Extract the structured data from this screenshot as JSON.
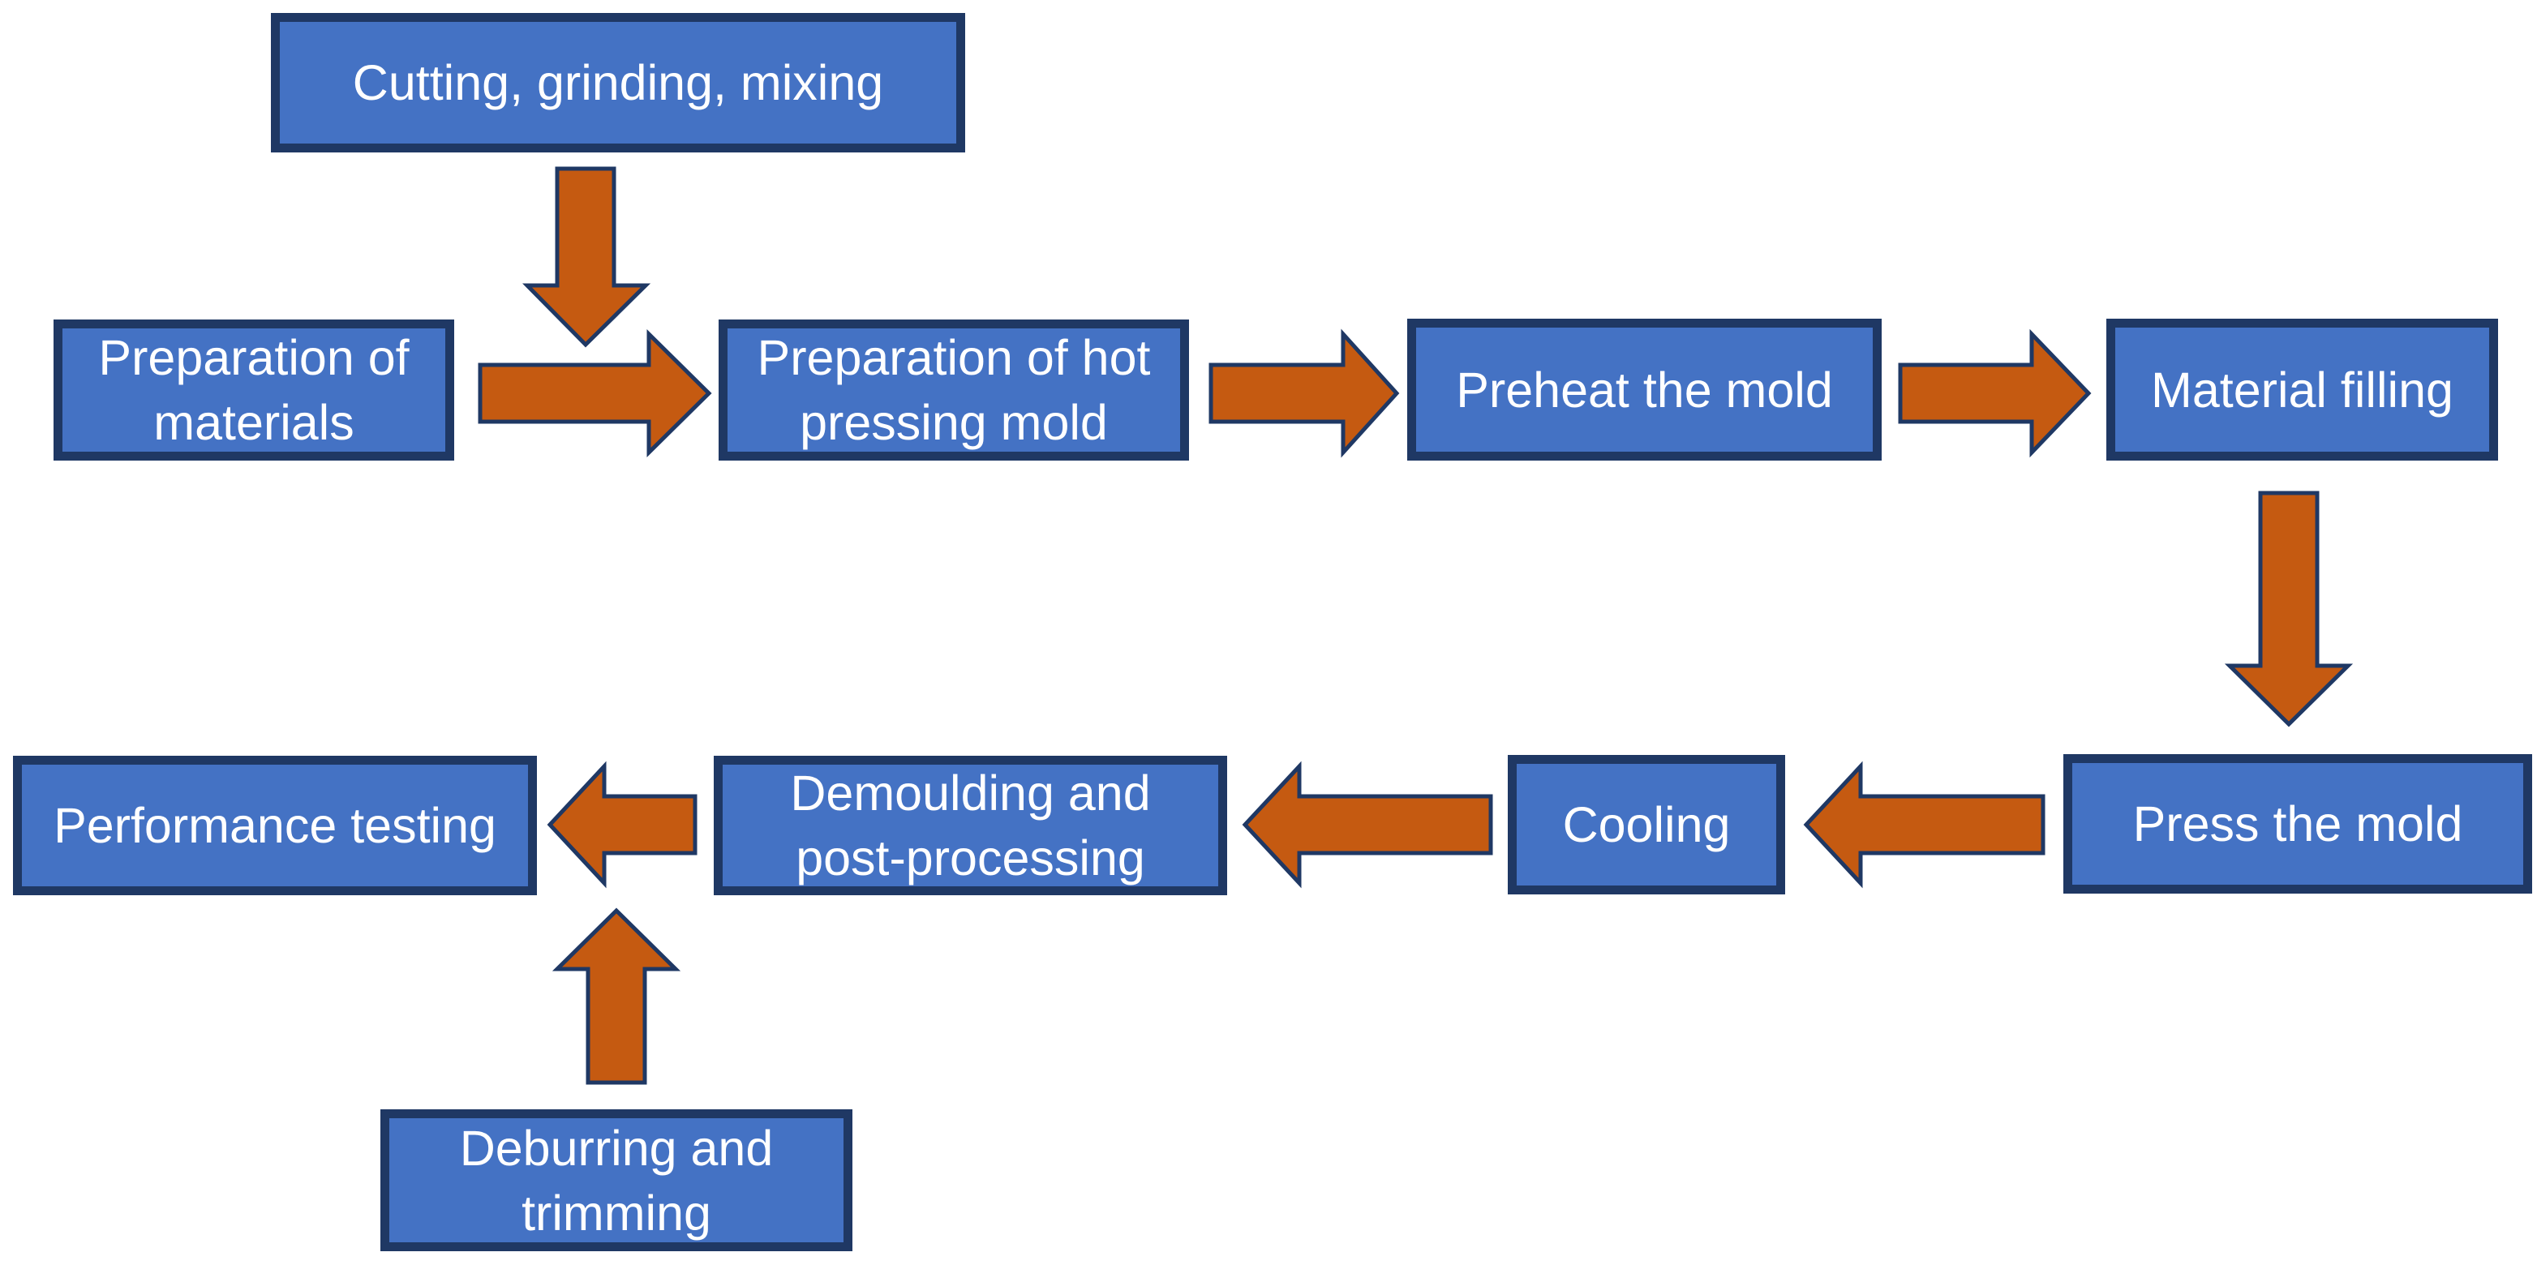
{
  "colors": {
    "background": "#FFFFFF",
    "box_fill": "#4472C4",
    "box_border": "#1F3864",
    "arrow_fill": "#C55A11",
    "arrow_border": "#1F3864",
    "text": "#FFFFFF"
  },
  "nodes": {
    "cutting": {
      "label": "Cutting, grinding, mixing"
    },
    "prep_materials": {
      "label": "Preparation of\nmaterials"
    },
    "prep_hot_mold": {
      "label": "Preparation of hot\npressing mold"
    },
    "preheat": {
      "label": "Preheat the mold"
    },
    "material_filling": {
      "label": "Material filling"
    },
    "press": {
      "label": "Press the mold"
    },
    "cooling": {
      "label": "Cooling"
    },
    "demoulding": {
      "label": "Demoulding and\npost-processing"
    },
    "testing": {
      "label": "Performance testing"
    },
    "deburring": {
      "label": "Deburring and\ntrimming"
    }
  },
  "edges": [
    {
      "from": "cutting",
      "to": "flow junction before prep_hot_mold",
      "direction": "down"
    },
    {
      "from": "prep_materials",
      "to": "prep_hot_mold",
      "direction": "right"
    },
    {
      "from": "prep_hot_mold",
      "to": "preheat",
      "direction": "right"
    },
    {
      "from": "preheat",
      "to": "material_filling",
      "direction": "right"
    },
    {
      "from": "material_filling",
      "to": "press",
      "direction": "down"
    },
    {
      "from": "press",
      "to": "cooling",
      "direction": "left"
    },
    {
      "from": "cooling",
      "to": "demoulding",
      "direction": "left"
    },
    {
      "from": "demoulding",
      "to": "testing",
      "direction": "left"
    },
    {
      "from": "deburring",
      "to": "flow junction before testing",
      "direction": "up"
    }
  ]
}
